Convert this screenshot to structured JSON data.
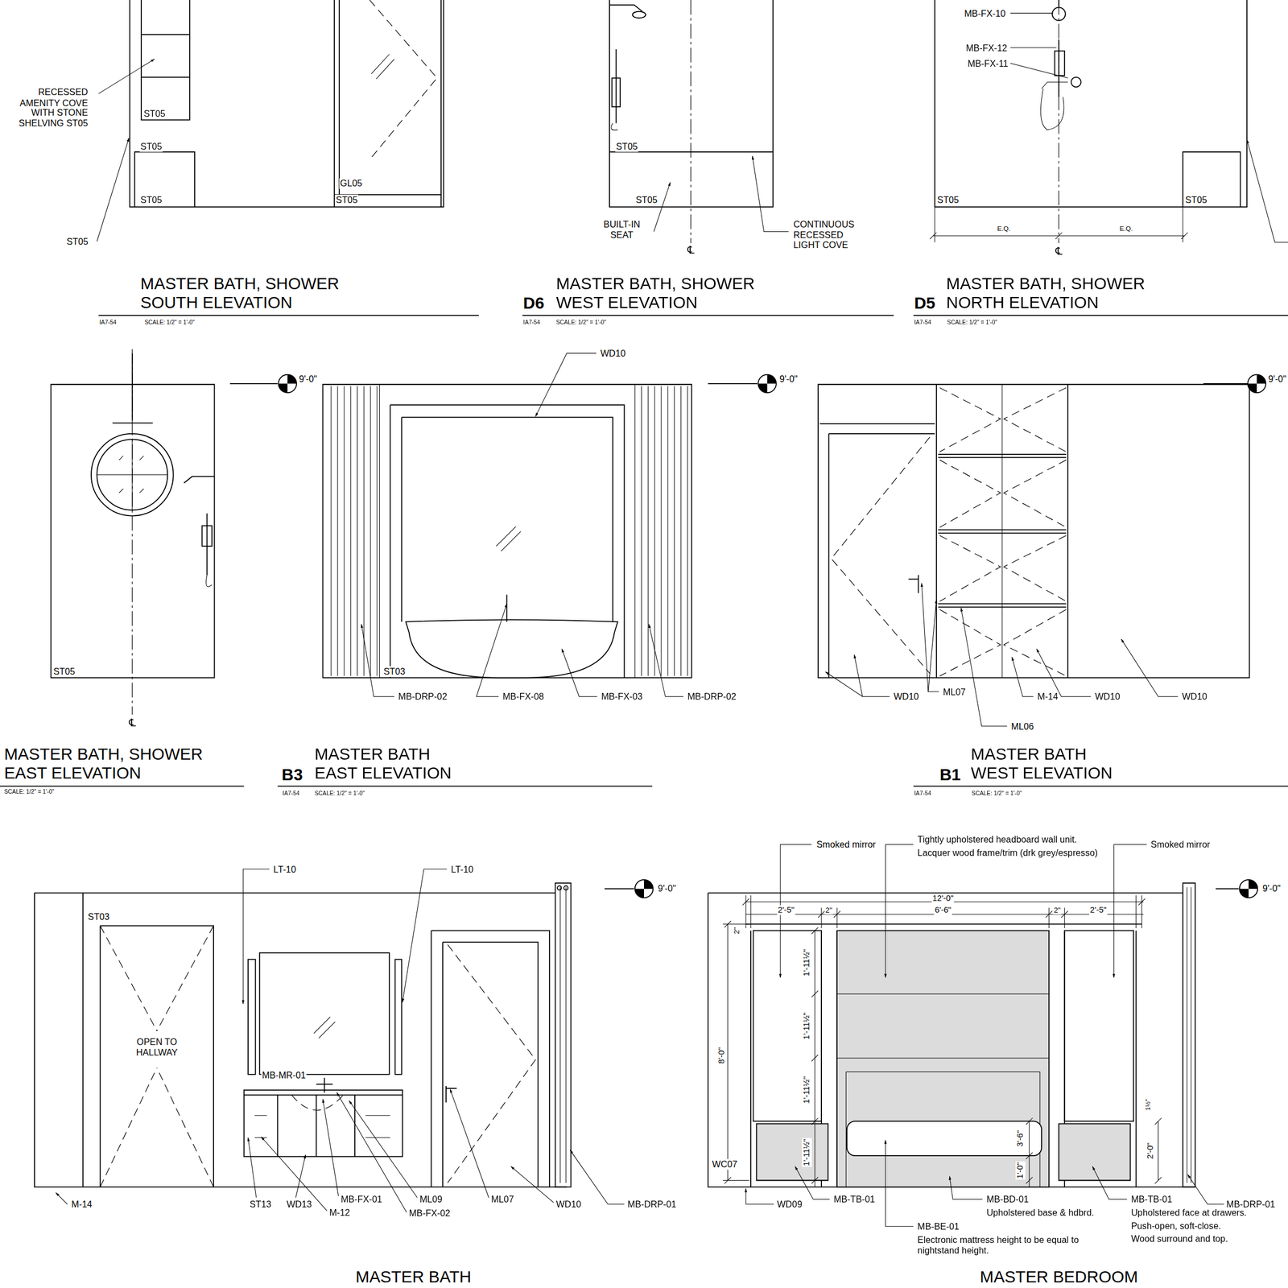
{
  "diagram": {
    "labels": [
      "RECESSED AMENITY COVE WITH STONE SHELVING ST05",
      "ST05",
      "ST05",
      "ST05",
      "GL05",
      "ST05",
      "ST05",
      "MASTER BATH, SHOWER SOUTH ELEVATION",
      "IA7-54",
      "SCALE: 1/2\" = 1'-0\"",
      "ST05",
      "ST05",
      "BUILT-IN SEAT",
      "℄",
      "CONTINUOUS RECESSED LIGHT COVE",
      "D6",
      "MASTER BATH, SHOWER WEST ELEVATION",
      "IA7-54",
      "SCALE: 1/2\" = 1'-0\"",
      "MB-FX-10",
      "MB-FX-12",
      "MB-FX-11",
      "ST05",
      "ST05",
      "E.Q.",
      "E.Q.",
      "℄",
      "D5",
      "MASTER BATH, SHOWER NORTH ELEVATION",
      "IA7-54",
      "SCALE: 1/2\" = 1'-0\"",
      "ST05",
      "℄",
      "MASTER BATH, SHOWER EAST ELEVATION",
      "SCALE: 1/2\" = 1'-0\"",
      "9'-0\"",
      "WD10",
      "ST03",
      "MB-DRP-02",
      "MB-FX-08",
      "MB-FX-03",
      "MB-DRP-02",
      "B3",
      "MASTER BATH EAST ELEVATION",
      "IA7-54",
      "SCALE: 1/2\" = 1'-0\"",
      "9'-0\"",
      "WD10",
      "ML07",
      "M-14",
      "WD10",
      "WD10",
      "ML06",
      "9'-0\"",
      "B1",
      "MASTER BATH WEST ELEVATION",
      "IA7-54",
      "SCALE: 1/2\" = 1'-0\"",
      "LT-10",
      "LT-10",
      "9'-0\"",
      "ST03",
      "OPEN TO HALLWAY",
      "MB-MR-01",
      "M-14",
      "ST13",
      "WD13",
      "MB-FX-01",
      "M-12",
      "ML09",
      "MB-FX-02",
      "ML07",
      "WD10",
      "MB-DRP-01",
      "MASTER BATH",
      "Smoked mirror",
      "Tightly upholstered headboard wall unit.",
      "Lacquer wood frame/trim (drk grey/espresso)",
      "Smoked mirror",
      "9'-0\"",
      "12'-0\"",
      "2'-5\"",
      "2\"",
      "6'-6\"",
      "2\"",
      "2'-5\"",
      "2\"",
      "8'-0\"",
      "1'-11½\"",
      "1'-11½\"",
      "1'-11½\"",
      "1'-11½\"",
      "3'-6\"",
      "1'-0\"",
      "1½\"",
      "2'-0\"",
      "WC07",
      "WD09",
      "MB-TB-01",
      "MB-BD-01",
      "Upholstered base & hdbrd.",
      "MB-BE-01",
      "Electronic mattress height to be equal to nightstand height.",
      "MB-TB-01",
      "Upholstered face at drawers.",
      "Push-open, soft-close.",
      "Wood surround and top.",
      "MB-DRP-01",
      "MASTER BEDROOM"
    ]
  }
}
